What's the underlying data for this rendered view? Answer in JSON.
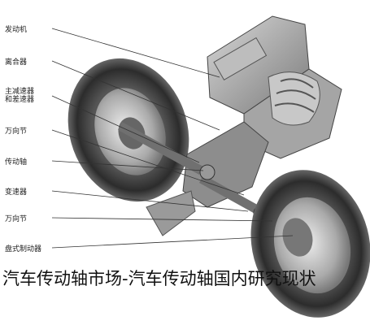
{
  "labels": {
    "engine": "发动机",
    "clutch": "离合器",
    "final_drive": "主减速器\n和差速器",
    "universal_joint_1": "万向节",
    "drive_shaft": "传动轴",
    "transmission": "变速器",
    "universal_joint_2": "万向节",
    "disc_brake": "盘式制动器"
  },
  "caption": "汽车传动轴市场-汽车传动轴国内研究现状"
}
